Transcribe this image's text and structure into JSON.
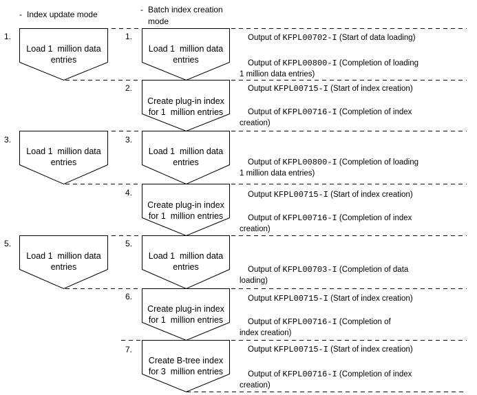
{
  "headers": {
    "left": {
      "bullet": "-",
      "label": "Index update mode"
    },
    "right": {
      "bullet": "-",
      "label": "Batch index creation\nmode"
    }
  },
  "index_update_steps": [
    {
      "number": "1.",
      "label": "Load 1  million data\nentries"
    },
    {
      "number": "3.",
      "label": "Load 1  million data\nentries"
    },
    {
      "number": "5.",
      "label": "Load 1  million data\nentries"
    }
  ],
  "batch_steps": [
    {
      "number": "1.",
      "label": "Load 1  million data\nentries"
    },
    {
      "number": "2.",
      "label": "Create plug-in index\nfor 1  million entries"
    },
    {
      "number": "3.",
      "label": "Load 1  million data\nentries"
    },
    {
      "number": "4.",
      "label": "Create plug-in index\nfor 1  million entries"
    },
    {
      "number": "5.",
      "label": "Load 1  million data\nentries"
    },
    {
      "number": "6.",
      "label": "Create plug-in index\nfor 1  million entries"
    },
    {
      "number": "7.",
      "label": "Create B-tree index\nfor 3  million entries"
    }
  ],
  "messages": [
    {
      "prefix": "Output of ",
      "code": "KFPL00702-I",
      "suffix": " (Start of data loading)"
    },
    {
      "prefix": "Output of ",
      "code": "KFPL00800-I",
      "suffix": " (Completion of loading\n1 million data entries)"
    },
    {
      "prefix": "Output ",
      "code": "KFPL00715-I",
      "suffix": " (Start of index creation)"
    },
    {
      "prefix": "Output of ",
      "code": "KFPL00716-I",
      "suffix": " (Completion of index\ncreation)"
    },
    {
      "prefix": "Output of ",
      "code": "KFPL00800-I",
      "suffix": " (Completion of loading\n1 million data entries)"
    },
    {
      "prefix": "Output ",
      "code": "KFPL00715-I",
      "suffix": " (Start of index creation)"
    },
    {
      "prefix": "Output of ",
      "code": "KFPL00716-I",
      "suffix": " (Completion of index\ncreation)"
    },
    {
      "prefix": "Output of ",
      "code": "KFPL00703-I",
      "suffix": " (Completion of data\nloading)"
    },
    {
      "prefix": "Output ",
      "code": "KFPL00715-I",
      "suffix": " (Start of index creation)"
    },
    {
      "prefix": "Output of ",
      "code": "KFPL00716-I",
      "suffix": " (Completion of\nindex creation)"
    },
    {
      "prefix": "Output ",
      "code": "KFPL00715-I",
      "suffix": " (Start of index creation)"
    },
    {
      "prefix": "Output of ",
      "code": "KFPL00716-I",
      "suffix": " (Completion of index\ncreation)"
    }
  ],
  "colors": {
    "line": "#000000",
    "background": "#ffffff"
  }
}
